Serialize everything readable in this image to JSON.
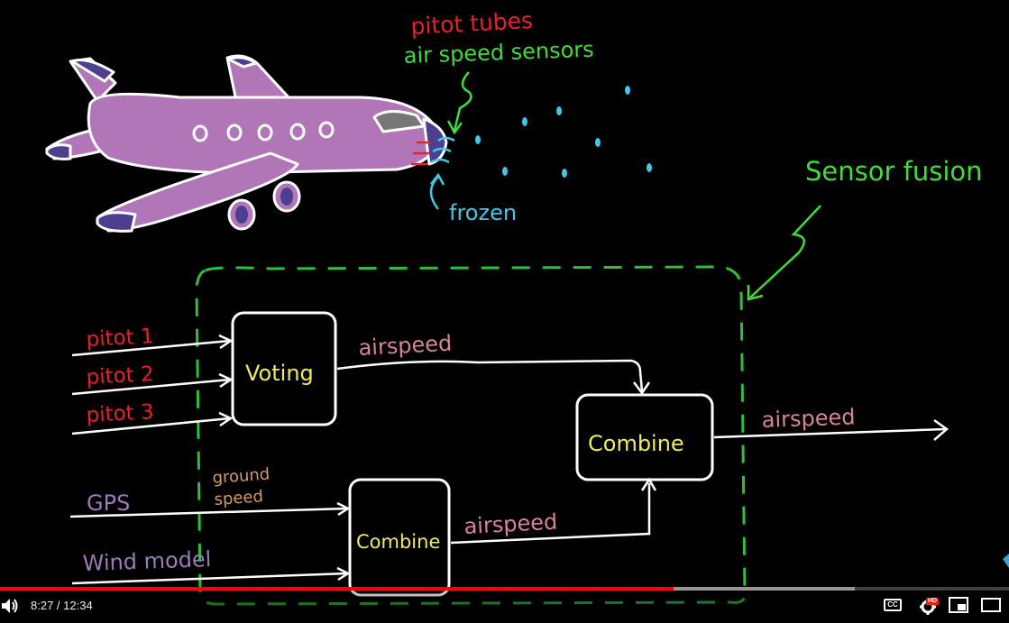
{
  "labels": {
    "pitot_tubes": "pitot tubes",
    "air_speed_sensors": "air speed sensors",
    "frozen": "frozen",
    "sensor_fusion": "Sensor fusion",
    "pitot1": "pitot 1",
    "pitot2": "pitot 2",
    "pitot3": "pitot 3",
    "voting": "Voting",
    "airspeed_top": "airspeed",
    "combine_right": "Combine",
    "airspeed_out": "airspeed",
    "gps": "GPS",
    "ground_speed_line1": "ground",
    "ground_speed_line2": "speed",
    "combine_bottom": "Combine",
    "airspeed_bottom": "airspeed",
    "wind_model": "Wind model"
  },
  "colors": {
    "red": "#e8202a",
    "green": "#3fdc3a",
    "cyan": "#3fc8e8",
    "pink": "#d8829c",
    "purple": "#9a7bb8",
    "yellow": "#f0ec5a",
    "orange": "#d89a62",
    "plane": "#b176b8",
    "plane_dark": "#4e3e90",
    "fusion_box": "#2fbf3a"
  },
  "player": {
    "time": "8:27 / 12:34",
    "progress_fraction": 0.668,
    "buffer_fraction": 0.847,
    "icons": [
      "volume-icon",
      "cc-icon",
      "settings-icon",
      "miniplayer-icon",
      "theater-icon"
    ],
    "hd_badge": "HD",
    "cc_label": "CC"
  }
}
